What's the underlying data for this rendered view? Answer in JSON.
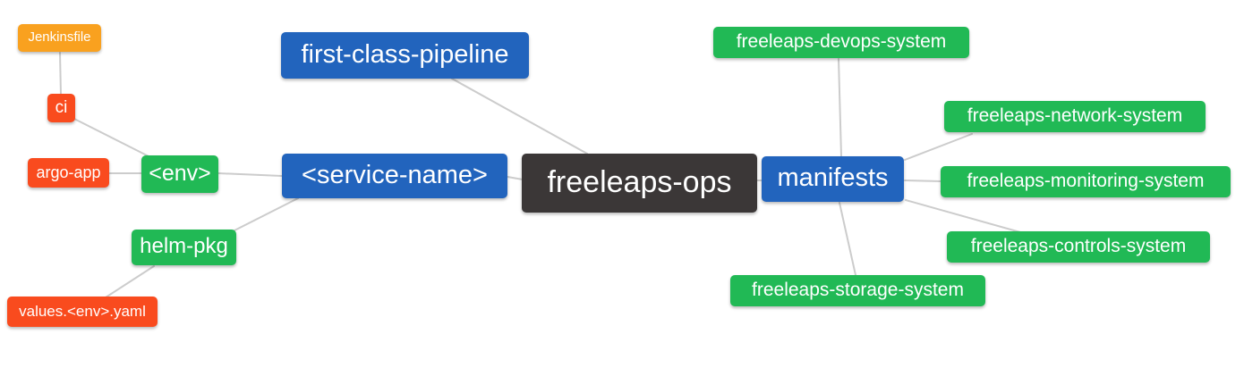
{
  "diagram": {
    "type": "mindmap",
    "root_label": "freeleaps-ops"
  },
  "colors": {
    "blue": "#2264bd",
    "green": "#21b955",
    "red": "#f94b1e",
    "orange": "#f9a11f",
    "dark": "#3b3737",
    "edge": "#cccccc",
    "text": "#ffffff"
  },
  "nodes": {
    "root": {
      "label": "freeleaps-ops",
      "level": 0,
      "color": "dark"
    },
    "first_class_pipeline": {
      "label": "first-class-pipeline",
      "level": 1,
      "color": "blue"
    },
    "service_name": {
      "label": "<service-name>",
      "level": 1,
      "color": "blue"
    },
    "manifests": {
      "label": "manifests",
      "level": 1,
      "color": "blue"
    },
    "env": {
      "label": "<env>",
      "level": 2,
      "color": "green"
    },
    "helm_pkg": {
      "label": "helm-pkg",
      "level": 2,
      "color": "green"
    },
    "ci": {
      "label": "ci",
      "level": 3,
      "color": "red"
    },
    "argo_app": {
      "label": "argo-app",
      "level": 3,
      "color": "red"
    },
    "jenkinsfile": {
      "label": "Jenkinsfile",
      "level": 4,
      "color": "orange"
    },
    "values_env_yaml": {
      "label": "values.<env>.yaml",
      "level": 3,
      "color": "red"
    },
    "devops_system": {
      "label": "freeleaps-devops-system",
      "level": 2,
      "color": "green"
    },
    "network_system": {
      "label": "freeleaps-network-system",
      "level": 2,
      "color": "green"
    },
    "monitoring_system": {
      "label": "freeleaps-monitoring-system",
      "level": 2,
      "color": "green"
    },
    "controls_system": {
      "label": "freeleaps-controls-system",
      "level": 2,
      "color": "green"
    },
    "storage_system": {
      "label": "freeleaps-storage-system",
      "level": 2,
      "color": "green"
    }
  },
  "edges": [
    {
      "from": "jenkinsfile",
      "to": "ci"
    },
    {
      "from": "ci",
      "to": "env"
    },
    {
      "from": "argo_app",
      "to": "env"
    },
    {
      "from": "env",
      "to": "service_name"
    },
    {
      "from": "helm_pkg",
      "to": "service_name"
    },
    {
      "from": "values_env_yaml",
      "to": "helm_pkg"
    },
    {
      "from": "first_class_pipeline",
      "to": "root"
    },
    {
      "from": "service_name",
      "to": "root"
    },
    {
      "from": "root",
      "to": "manifests"
    },
    {
      "from": "manifests",
      "to": "devops_system"
    },
    {
      "from": "manifests",
      "to": "network_system"
    },
    {
      "from": "manifests",
      "to": "monitoring_system"
    },
    {
      "from": "manifests",
      "to": "controls_system"
    },
    {
      "from": "manifests",
      "to": "storage_system"
    }
  ]
}
